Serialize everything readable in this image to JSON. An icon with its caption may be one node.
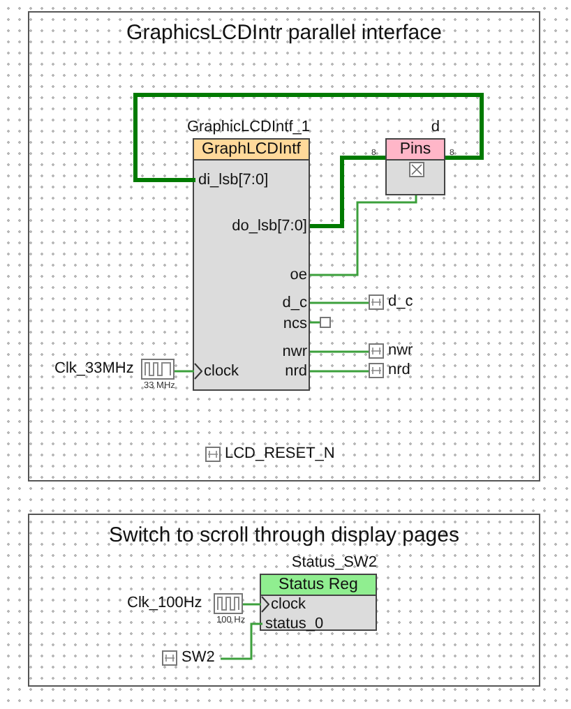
{
  "diagram": {
    "nodes": [
      {
        "text": [
          "GraphicsLCDIntr parallel interface"
        ]
      },
      {
        "text": [
          "GraphicLCDIntf_1",
          "GraphLCDIntf"
        ],
        "in": 0
      },
      {
        "text": [
          "di_lsb[7:0]"
        ],
        "in": 1
      },
      {
        "text": [
          "do_lsb[7:0]"
        ],
        "in": 1
      },
      {
        "text": [
          "oe"
        ],
        "in": 1
      },
      {
        "text": [
          "d_c"
        ],
        "in": 1
      },
      {
        "text": [
          "ncs"
        ],
        "in": 1
      },
      {
        "text": [
          "nwr"
        ],
        "in": 1
      },
      {
        "text": [
          "nrd"
        ],
        "in": 1
      },
      {
        "text": [
          "clock"
        ],
        "in": 1
      },
      {
        "text": [
          "d",
          "Pins"
        ],
        "in": 0
      },
      {
        "text": [
          "d_c"
        ],
        "in": 0
      },
      {
        "text": [],
        "shape": "box",
        "in": 0
      },
      {
        "text": [
          "nwr"
        ],
        "in": 0
      },
      {
        "text": [
          "nrd"
        ],
        "in": 0
      },
      {
        "text": [
          "Clk_33MHz"
        ],
        "beside": [
          "33 MHz"
        ],
        "in": 0
      },
      {
        "text": [
          "LCD_RESET_N"
        ],
        "in": 0
      },
      {
        "text": [
          "Switch to scroll through display pages"
        ]
      },
      {
        "text": [
          "Status_SW2",
          "Status Reg"
        ],
        "in": 17
      },
      {
        "text": [
          "clock"
        ],
        "in": 18
      },
      {
        "text": [
          "status_0"
        ],
        "in": 18
      },
      {
        "text": [
          "Clk_100Hz"
        ],
        "beside": [
          "100 Hz"
        ],
        "in": 17
      },
      {
        "text": [
          "SW2"
        ],
        "in": 17
      }
    ],
    "edges": [
      {
        "from": 10,
        "to": 2,
        "arrow": "none",
        "style": "thick",
        "color": "#007a00"
      },
      {
        "from": 3,
        "to": 10,
        "arrow": "none",
        "style": "thick",
        "color": "#007a00"
      },
      {
        "from": 4,
        "to": 10,
        "arrow": "none"
      },
      {
        "from": 5,
        "to": 11,
        "arrow": "none"
      },
      {
        "from": 6,
        "to": 12,
        "arrow": "none"
      },
      {
        "from": 7,
        "to": 13,
        "arrow": "none"
      },
      {
        "from": 8,
        "to": 14,
        "arrow": "none"
      },
      {
        "from": 15,
        "to": 9,
        "arrow": "to"
      },
      {
        "from": 21,
        "to": 19,
        "arrow": "to"
      },
      {
        "from": 22,
        "to": 20,
        "arrow": "none"
      }
    ],
    "labels": [
      "8",
      "8"
    ]
  }
}
